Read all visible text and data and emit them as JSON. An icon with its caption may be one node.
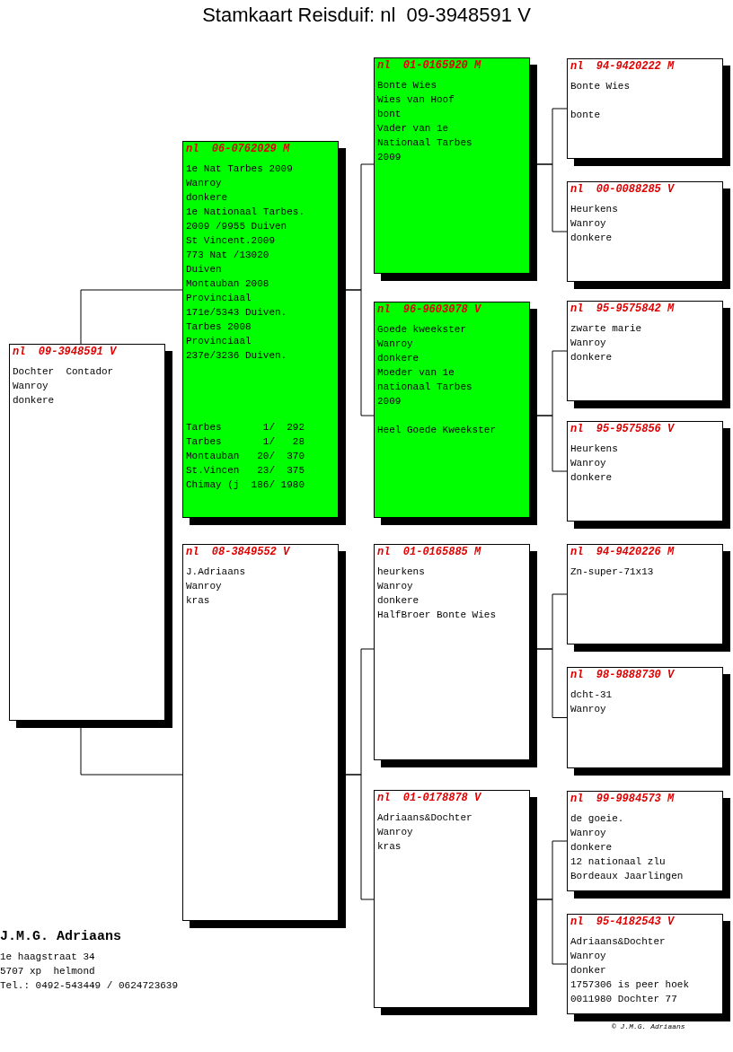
{
  "diagram": {
    "title": "Stamkaart Reisduif: nl  09-3948591 V",
    "nodes": [
      {
        "text": [
          "nl  09-3948591 V",
          "Dochter  Contador",
          "Wanroy",
          "donkere"
        ]
      },
      {
        "text": [
          "nl  06-0762029 M",
          "1e Nat Tarbes 2009",
          "Wanroy",
          "donkere",
          "1e Nationaal Tarbes.",
          "2009 /9955 Duiven",
          "St Vincent.2009",
          "773 Nat /13020",
          "Duiven",
          "Montauban 2008",
          "Provinciaal",
          "171e/5343 Duiven.",
          "Tarbes 2008",
          "Provinciaal",
          "237e/3236 Duiven.",
          "Tarbes       1/  292",
          "Tarbes       1/   28",
          "Montauban   20/  370",
          "St.Vincen   23/  375",
          "Chimay (j  186/ 1980"
        ]
      },
      {
        "text": [
          "nl  08-3849552 V",
          "J.Adriaans",
          "Wanroy",
          "kras"
        ]
      },
      {
        "text": [
          "nl  01-0165920 M",
          "Bonte Wies",
          "Wies van Hoof",
          "bont",
          "Vader van 1e",
          "Nationaal Tarbes",
          "2009"
        ]
      },
      {
        "text": [
          "nl  96-9603078 V",
          "Goede kweekster",
          "Wanroy",
          "donkere",
          "Moeder van 1e",
          "nationaal Tarbes",
          "2009",
          "Heel Goede Kweekster"
        ]
      },
      {
        "text": [
          "nl  01-0165885 M",
          "heurkens",
          "Wanroy",
          "donkere",
          "HalfBroer Bonte Wies"
        ]
      },
      {
        "text": [
          "nl  01-0178878 V",
          "Adriaans&Dochter",
          "Wanroy",
          "kras"
        ]
      },
      {
        "text": [
          "nl  94-9420222 M",
          "Bonte Wies",
          "bonte"
        ]
      },
      {
        "text": [
          "nl  00-0088285 V",
          "Heurkens",
          "Wanroy",
          "donkere"
        ]
      },
      {
        "text": [
          "nl  95-9575842 M",
          "zwarte marie",
          "Wanroy",
          "donkere"
        ]
      },
      {
        "text": [
          "nl  95-9575856 V",
          "Heurkens",
          "Wanroy",
          "donkere"
        ]
      },
      {
        "text": [
          "nl  94-9420226 M",
          "Zn-super-71x13"
        ]
      },
      {
        "text": [
          "nl  98-9888730 V",
          "dcht-31",
          "Wanroy"
        ]
      },
      {
        "text": [
          "nl  99-9984573 M",
          "de goeie.",
          "Wanroy",
          "donkere",
          "12 nationaal zlu",
          "Bordeaux Jaarlingen"
        ]
      },
      {
        "text": [
          "nl  95-4182543 V",
          "Adriaans&Dochter",
          "Wanroy",
          "donker",
          "1757306 is peer hoek",
          "0011980 Dochter 77"
        ]
      }
    ],
    "edges": [
      {
        "from": 0,
        "to": 1,
        "arrow": "none"
      },
      {
        "from": 0,
        "to": 2,
        "arrow": "none"
      },
      {
        "from": 1,
        "to": 3,
        "arrow": "none"
      },
      {
        "from": 1,
        "to": 4,
        "arrow": "none"
      },
      {
        "from": 2,
        "to": 5,
        "arrow": "none"
      },
      {
        "from": 2,
        "to": 6,
        "arrow": "none"
      },
      {
        "from": 3,
        "to": 7,
        "arrow": "none"
      },
      {
        "from": 3,
        "to": 8,
        "arrow": "none"
      },
      {
        "from": 4,
        "to": 9,
        "arrow": "none"
      },
      {
        "from": 4,
        "to": 10,
        "arrow": "none"
      },
      {
        "from": 5,
        "to": 11,
        "arrow": "none"
      },
      {
        "from": 5,
        "to": 12,
        "arrow": "none"
      },
      {
        "from": 6,
        "to": 13,
        "arrow": "none"
      },
      {
        "from": 6,
        "to": 14,
        "arrow": "none"
      }
    ],
    "labels": [
      "J.M.G. Adriaans",
      "1e haagstraat 34",
      "5707 xp  helmond",
      "Tel.: 0492-543449 / 0624723639",
      "© J.M.G. Adriaans"
    ]
  }
}
